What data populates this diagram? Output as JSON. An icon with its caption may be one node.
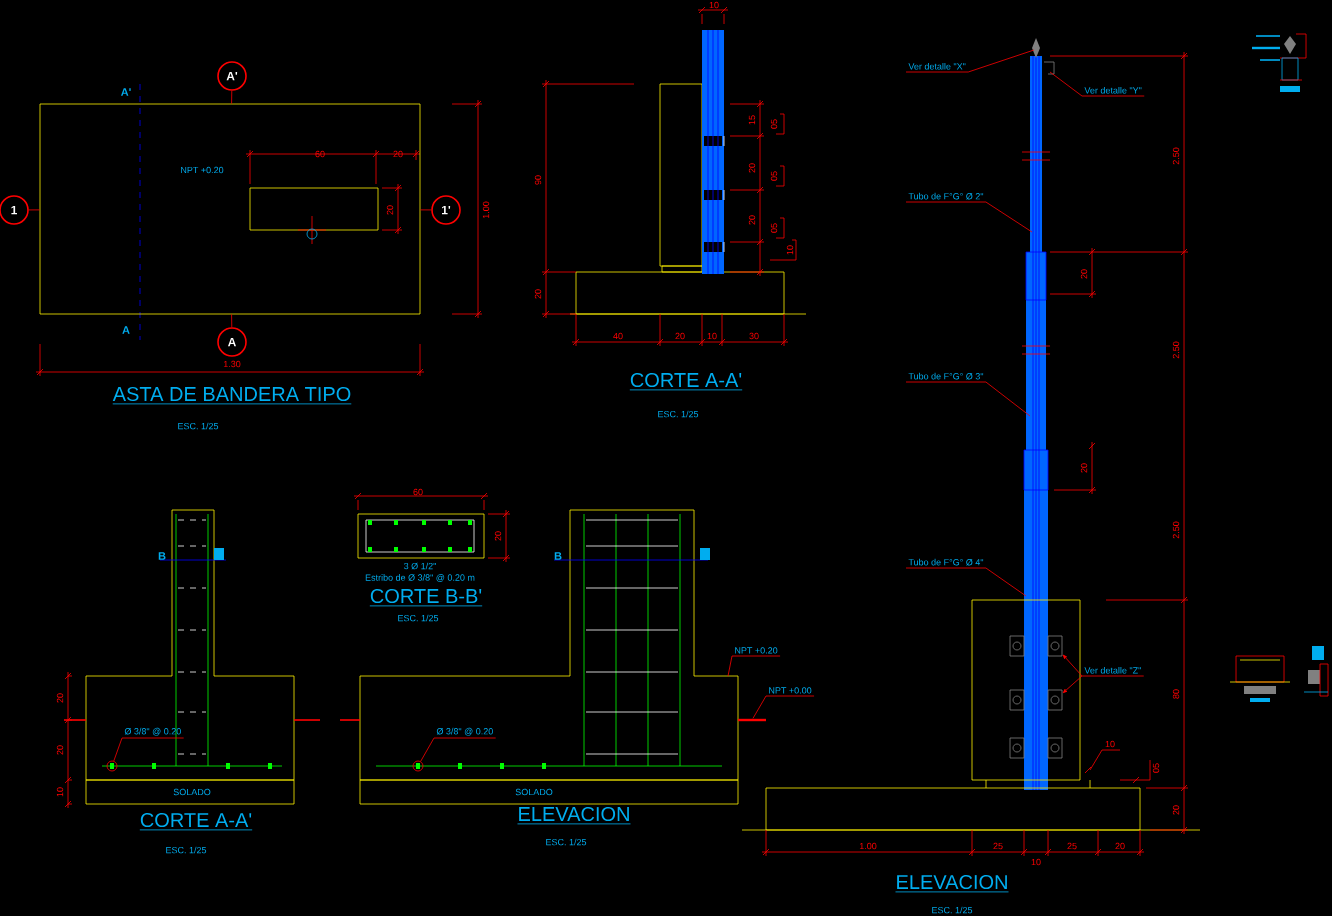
{
  "diagram": {
    "nodes": [
      {
        "text": [
          "NPT +0.20"
        ]
      },
      {
        "text": [
          "A'"
        ]
      },
      {
        "text": [
          "A"
        ]
      },
      {
        "text": [
          "1"
        ]
      },
      {
        "text": [
          "1'"
        ]
      },
      {
        "text": [
          "Ø 3/8\" @ 0.20"
        ]
      },
      {
        "text": [
          "Ø 3/8\" @ 0.20"
        ]
      },
      {
        "text": [
          "NPT +0.20"
        ]
      },
      {
        "text": [
          "NPT +0.00"
        ]
      },
      {
        "text": [
          "Ver detalle \"X\""
        ]
      },
      {
        "text": [
          "Ver detalle \"Y\""
        ]
      },
      {
        "text": [
          "Tubo de F°G° Ø 2\""
        ]
      },
      {
        "text": [
          "Tubo de F°G° Ø 3\""
        ]
      },
      {
        "text": [
          "Tubo de F°G° Ø 4\""
        ]
      },
      {
        "text": [
          "Ver detalle \"Z\""
        ]
      },
      {
        "text": [],
        "shape": "circle"
      },
      {
        "text": [],
        "shape": "circle"
      },
      {
        "text": [],
        "shape": "bar"
      },
      {
        "text": [],
        "shape": "box"
      },
      {
        "text": [],
        "shape": "box"
      }
    ],
    "edges": [
      {
        "from": 1,
        "to": 0,
        "arrow": "none"
      },
      {
        "from": 2,
        "to": 0,
        "arrow": "none"
      },
      {
        "from": 3,
        "to": 0,
        "arrow": "none"
      },
      {
        "from": 4,
        "to": 0,
        "arrow": "none"
      },
      {
        "from": 5,
        "to": 15,
        "arrow": "none"
      },
      {
        "from": 6,
        "to": 16,
        "arrow": "none"
      },
      {
        "from": 7,
        "to": null,
        "arrow": "none"
      },
      {
        "from": 8,
        "to": 17,
        "arrow": "none"
      },
      {
        "from": 9,
        "to": null,
        "arrow": "none"
      },
      {
        "from": 10,
        "to": null,
        "arrow": "none"
      },
      {
        "from": 11,
        "to": null,
        "arrow": "none"
      },
      {
        "from": 12,
        "to": null,
        "arrow": "none"
      },
      {
        "from": 13,
        "to": null,
        "arrow": "none"
      },
      {
        "from": 14,
        "to": 18,
        "arrow": "to"
      },
      {
        "from": 14,
        "to": 19,
        "arrow": "to"
      }
    ],
    "labels": [
      "60",
      "20",
      "20",
      "1.00",
      "A'",
      "A",
      "1.30",
      "ASTA DE BANDERA TIPO",
      "ESC. 1/25",
      "10",
      "90",
      "20",
      "15",
      "05",
      "20",
      "05",
      "20",
      "05",
      "10",
      "40",
      "20",
      "10",
      "30",
      "CORTE A-A'",
      "ESC. 1/25",
      "2.50",
      "20",
      "2.50",
      "20",
      "2.50",
      "80",
      "20",
      "1.00",
      "25",
      "10",
      "25",
      "20",
      "10",
      "05",
      "ELEVACION",
      "ESC. 1/25",
      "B",
      "20",
      "20",
      "10",
      "SOLADO",
      "CORTE A-A'",
      "ESC. 1/25",
      "60",
      "20",
      "3 Ø 1/2\"",
      "Estribo de Ø 3/8\" @ 0.20 m",
      "CORTE B-B'",
      "ESC. 1/25",
      "B",
      "SOLADO",
      "ELEVACION",
      "ESC. 1/25"
    ]
  }
}
